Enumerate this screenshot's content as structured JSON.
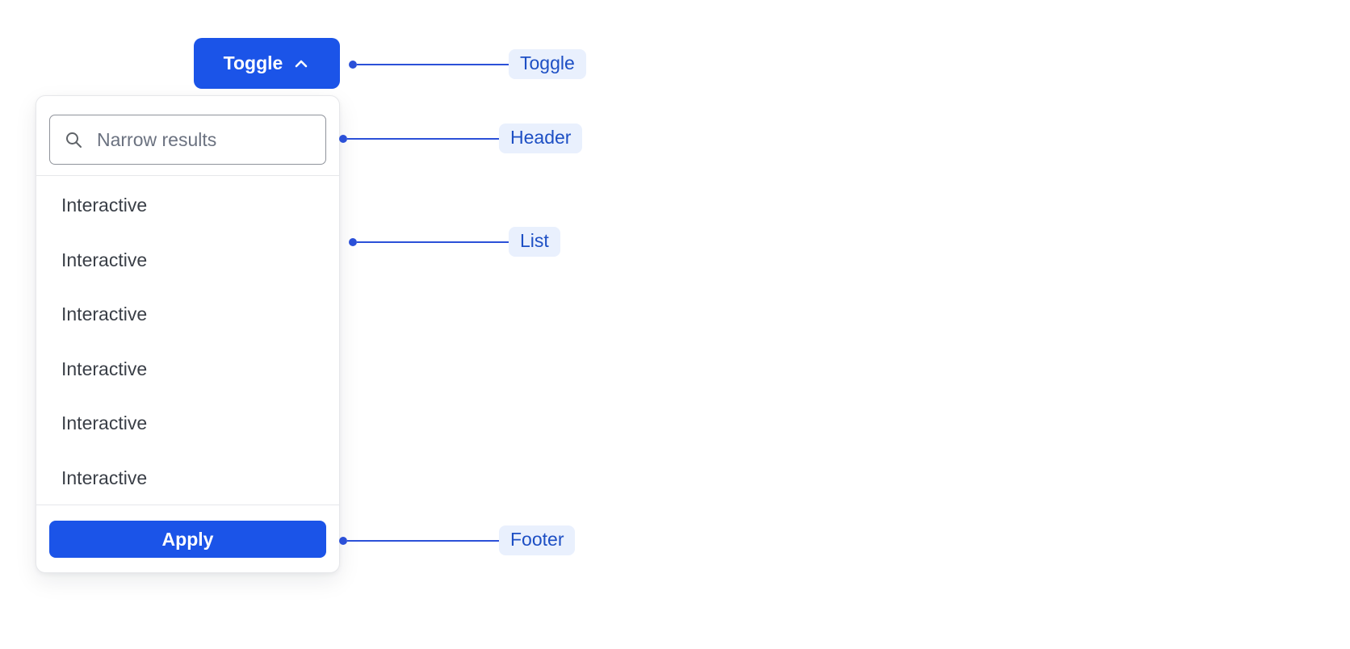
{
  "colors": {
    "primary": "#1B54E8",
    "primary_text": "#ffffff",
    "panel_border": "#E6E7EA",
    "input_border": "#8F939B",
    "placeholder_text": "#6B7280",
    "item_text": "#3A3F47",
    "annotation_bg": "#E9F0FD",
    "annotation_text": "#1D4FC4",
    "connector": "#2B50D8"
  },
  "toggle": {
    "label": "Toggle",
    "icon": "chevron-up-icon"
  },
  "dropdown": {
    "search": {
      "placeholder": "Narrow results",
      "icon": "search-icon"
    },
    "items": [
      "Interactive",
      "Interactive",
      "Interactive",
      "Interactive",
      "Interactive",
      "Interactive"
    ],
    "footer": {
      "apply_label": "Apply"
    }
  },
  "annotations": [
    {
      "id": "toggle",
      "label": "Toggle"
    },
    {
      "id": "header",
      "label": "Header"
    },
    {
      "id": "list",
      "label": "List"
    },
    {
      "id": "footer",
      "label": "Footer"
    }
  ]
}
